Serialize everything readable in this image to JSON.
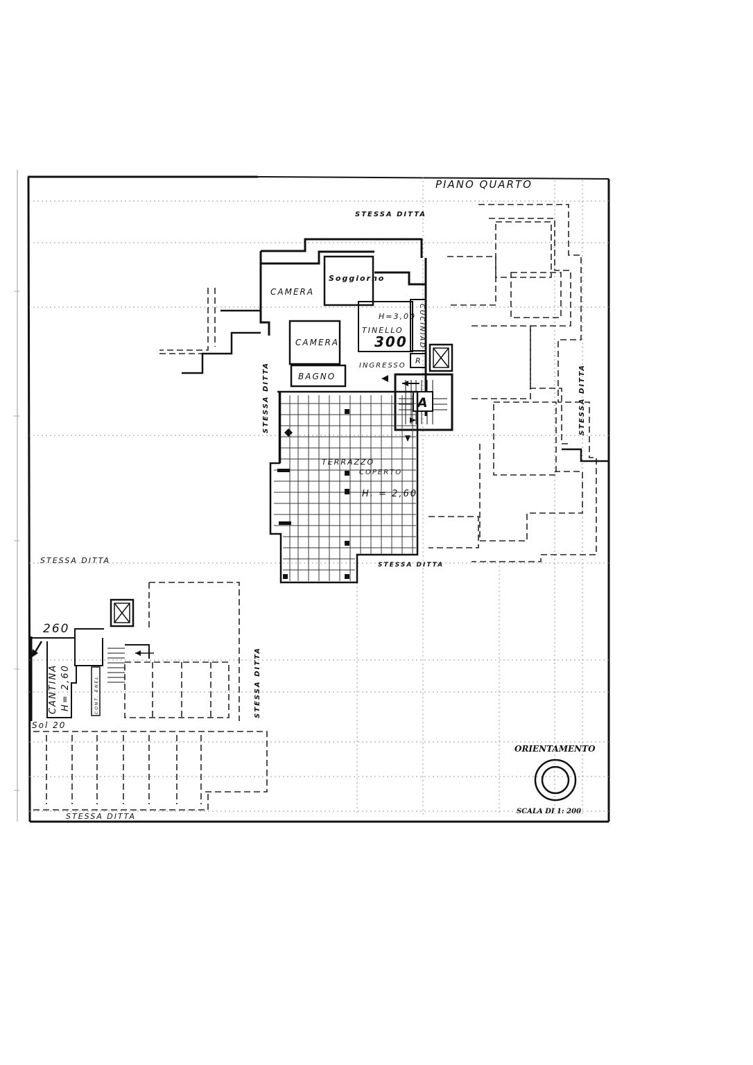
{
  "drawing": {
    "title": "PIANO QUARTO",
    "rooms": {
      "camera1": "CAMERA",
      "soggiorno": "Soggiorno",
      "camera2": "CAMERA",
      "bagno": "BAGNO",
      "tinello": "TINELLO",
      "tinello_height": "H=3,00",
      "tinello_dim": "300",
      "cucinino": "CUCINIAD",
      "ingresso": "INGRESSO",
      "ripostiglio": "R",
      "stair_label": "A",
      "terrazzo": "TERRAZZO",
      "coperto": "COPERTO",
      "terrazzo_height": "H. = 2,60",
      "cantina": "CANTINA",
      "cantina_height": "H= 2,60",
      "cantina_dim": "260",
      "solaio": "Sol 20",
      "contatori": "CONT. ENEL"
    },
    "neighbors": {
      "top": "STESSA DITTA",
      "left_vertical": "STESSA DITTA",
      "right_vertical": "STESSA DITTA",
      "terrace_bottom": "STESSA DITTA",
      "left_middle": "STESSA DITTA",
      "cellar_vertical": "STESSA DITTA",
      "bottom": "STESSA DITTA"
    },
    "legend": {
      "orientation_label": "ORIENTAMENTO",
      "scale_label": "SCALA DI 1: 200"
    },
    "colors": {
      "ink": "#111111",
      "paper": "#ffffff",
      "faint": "#9a9a9a"
    }
  }
}
